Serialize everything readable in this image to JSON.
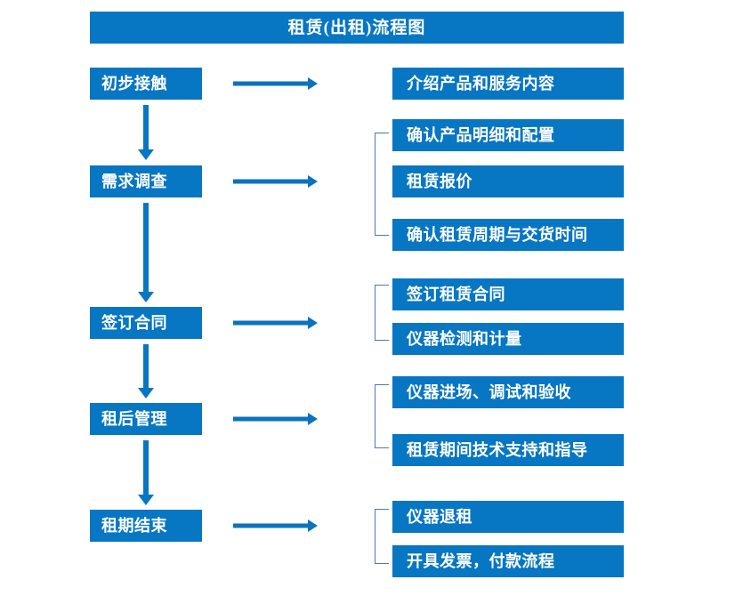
{
  "title": {
    "text": "租赁(出租)流程图"
  },
  "colors": {
    "node_fill": "#0776c3",
    "node_text": "#ffffff",
    "arrow": "#0b72bf",
    "bracket": "#4a7ab5",
    "background": "#ffffff"
  },
  "stages": [
    {
      "id": "stage-1",
      "label": "初步接触"
    },
    {
      "id": "stage-2",
      "label": "需求调查"
    },
    {
      "id": "stage-3",
      "label": "签订合同"
    },
    {
      "id": "stage-4",
      "label": "租后管理"
    },
    {
      "id": "stage-5",
      "label": "租期结束"
    }
  ],
  "details": {
    "group_1": [
      {
        "label": "介绍产品和服务内容"
      }
    ],
    "group_2": [
      {
        "label": "确认产品明细和配置"
      },
      {
        "label": "租赁报价"
      },
      {
        "label": "确认租赁周期与交货时间"
      }
    ],
    "group_3": [
      {
        "label": "签订租赁合同"
      },
      {
        "label": "仪器检测和计量"
      }
    ],
    "group_4": [
      {
        "label": "仪器进场、调试和验收"
      },
      {
        "label": "租赁期间技术支持和指导"
      }
    ],
    "group_5": [
      {
        "label": "仪器退租"
      },
      {
        "label": "开具发票，付款流程"
      }
    ]
  }
}
